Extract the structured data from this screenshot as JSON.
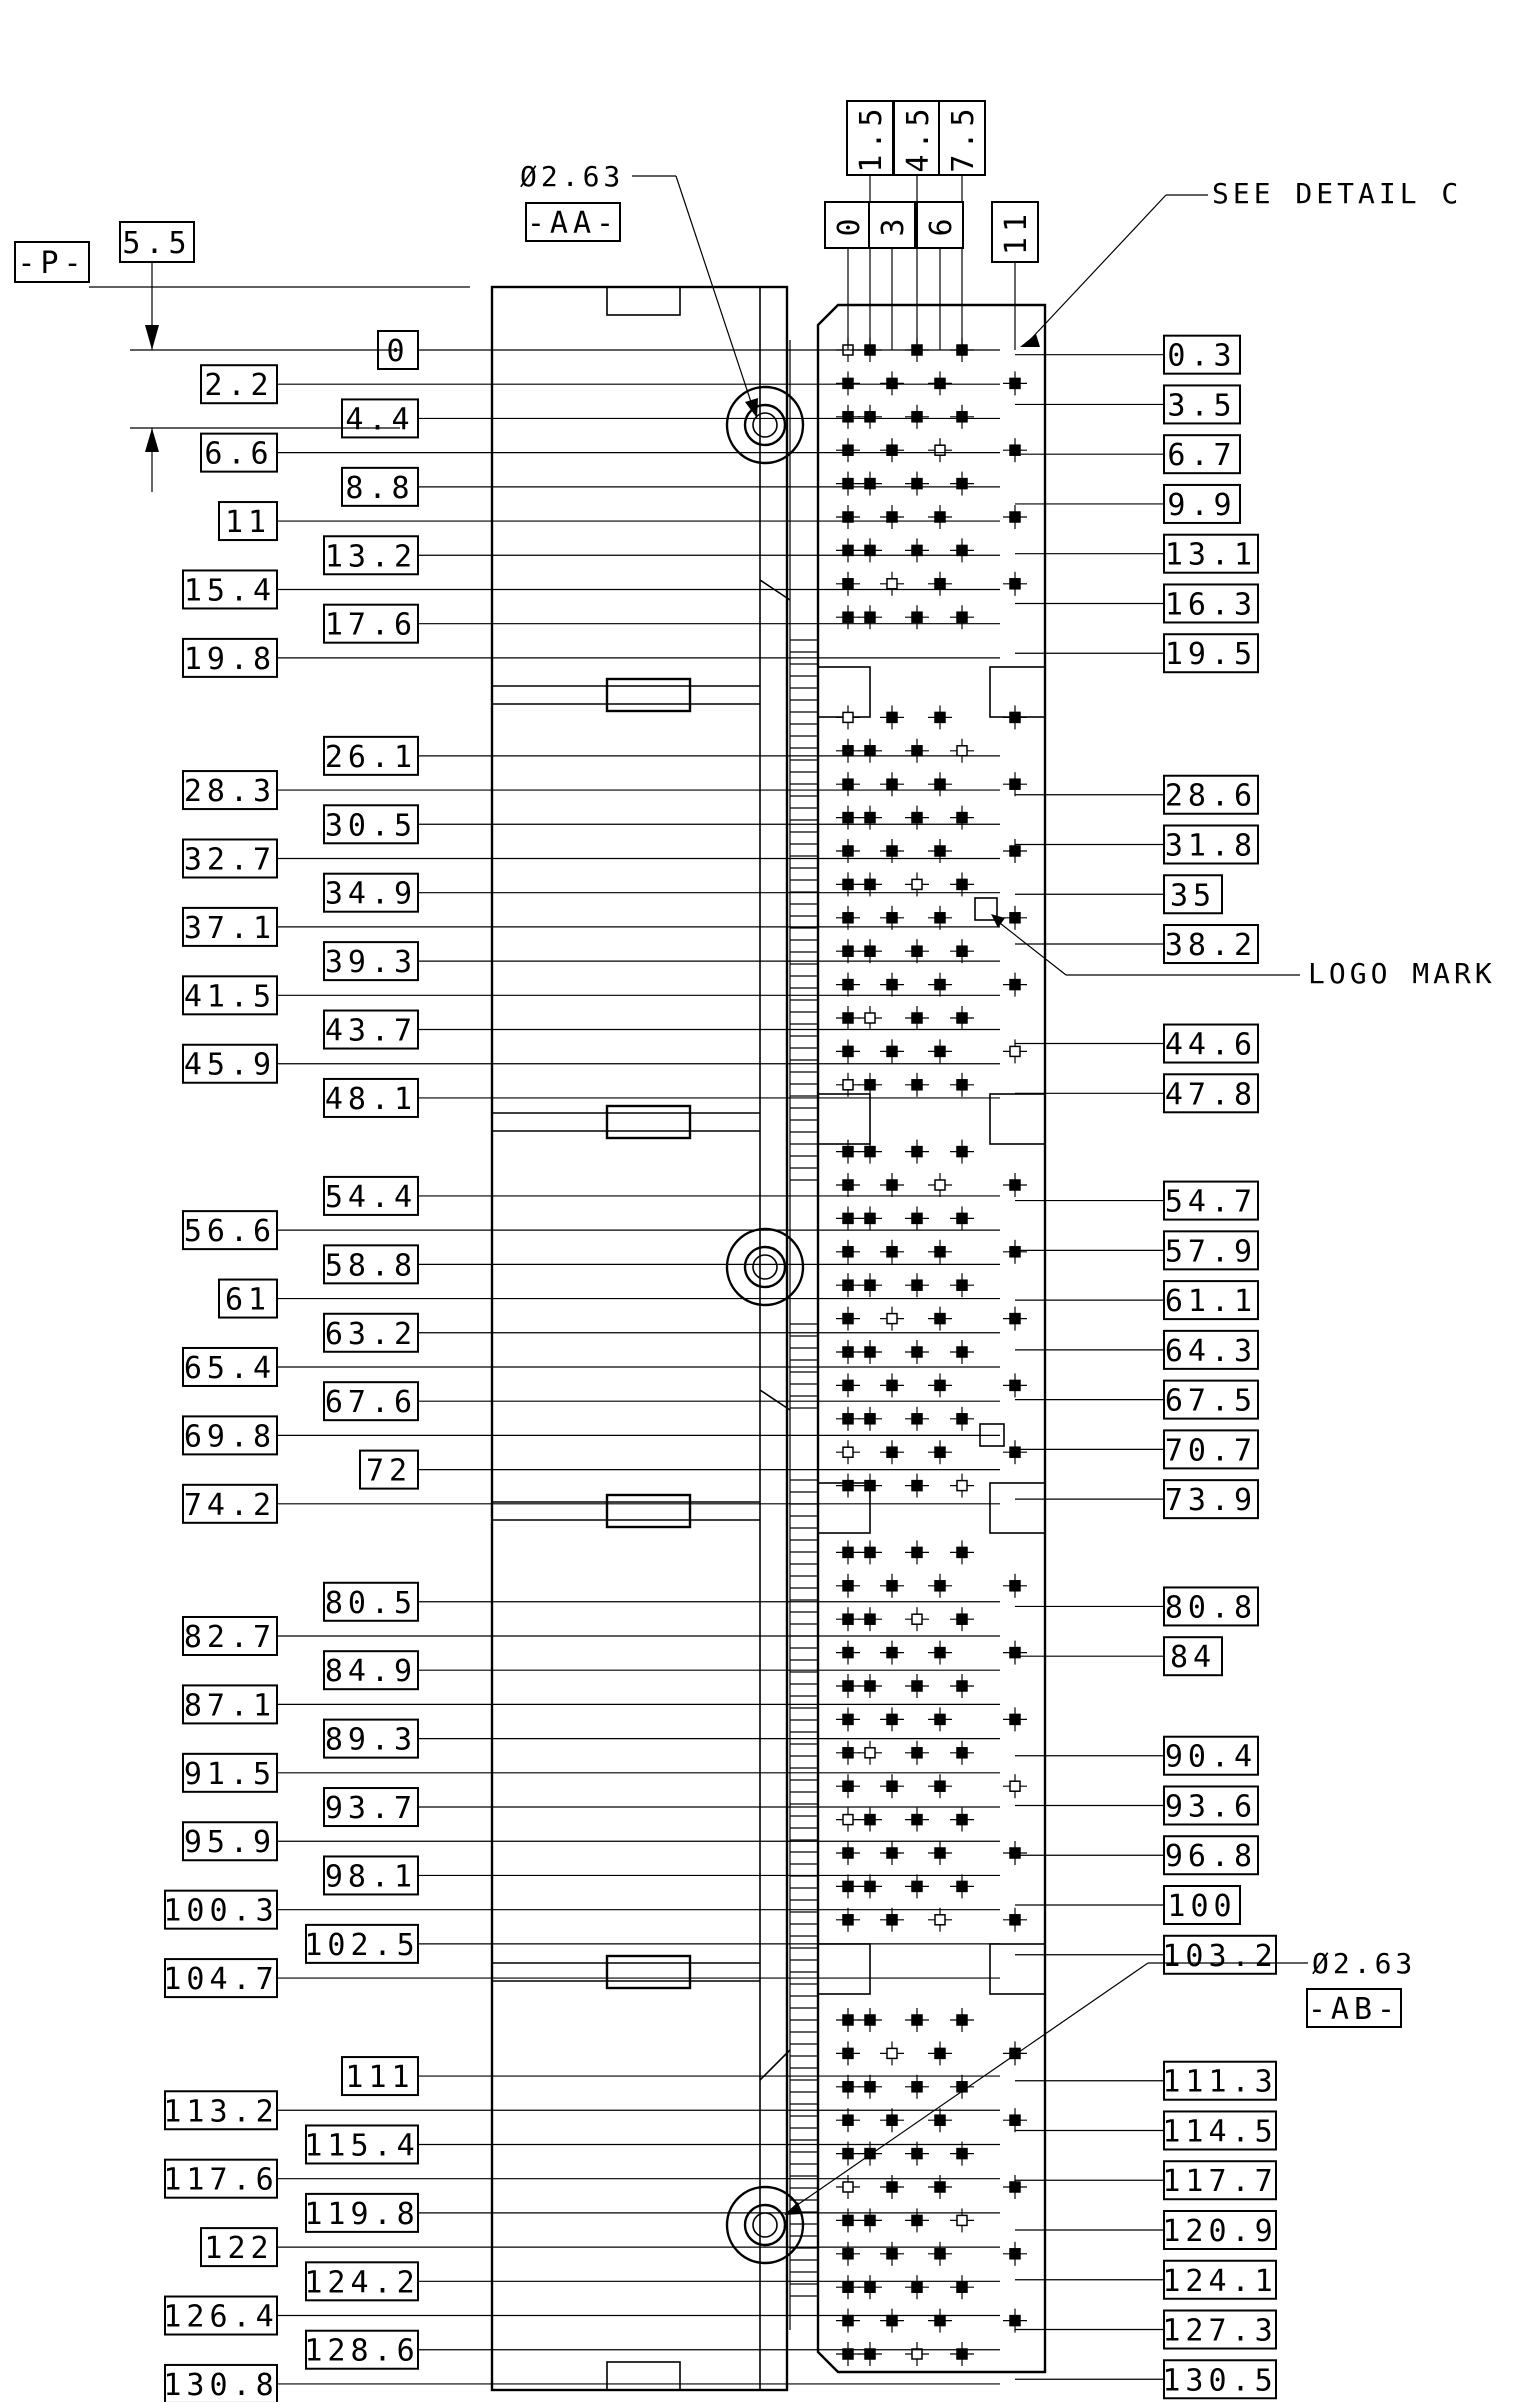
{
  "notes": {
    "datum_p": "-P-",
    "p_offset": "5.5",
    "hole_top_dia": "Ø2.63",
    "hole_top_datum": "-AA-",
    "hole_bottom_dia": "Ø2.63",
    "hole_bottom_datum": "-AB-",
    "see_detail": "SEE DETAIL C",
    "logo_mark": "LOGO MARK"
  },
  "column_offsets_top": [
    "1.5",
    "4.5",
    "7.5"
  ],
  "column_offsets_low": [
    "0",
    "3",
    "6",
    "11"
  ],
  "left_dims_inner": [
    "0",
    "4.4",
    "8.8",
    "13.2",
    "17.6",
    "26.1",
    "30.5",
    "34.9",
    "39.3",
    "43.7",
    "48.1",
    "54.4",
    "58.8",
    "63.2",
    "67.6",
    "72",
    "80.5",
    "84.9",
    "89.3",
    "93.7",
    "98.1",
    "102.5",
    "111",
    "115.4",
    "119.8",
    "124.2",
    "128.6"
  ],
  "left_dims_outer": [
    "2.2",
    "6.6",
    "11",
    "15.4",
    "19.8",
    "28.3",
    "32.7",
    "37.1",
    "41.5",
    "45.9",
    "56.6",
    "61",
    "65.4",
    "69.8",
    "74.2",
    "82.7",
    "87.1",
    "91.5",
    "95.9",
    "100.3",
    "104.7",
    "113.2",
    "117.6",
    "122",
    "126.4",
    "130.8"
  ],
  "right_dims": [
    "0.3",
    "3.5",
    "6.7",
    "9.9",
    "13.1",
    "16.3",
    "19.5",
    "28.6",
    "31.8",
    "35",
    "38.2",
    "44.6",
    "47.8",
    "54.7",
    "57.9",
    "61.1",
    "64.3",
    "67.5",
    "70.7",
    "73.9",
    "80.8",
    "84",
    "90.4",
    "93.6",
    "96.8",
    "100",
    "103.2",
    "111.3",
    "114.5",
    "117.7",
    "120.9",
    "124.1",
    "127.3",
    "130.5"
  ]
}
